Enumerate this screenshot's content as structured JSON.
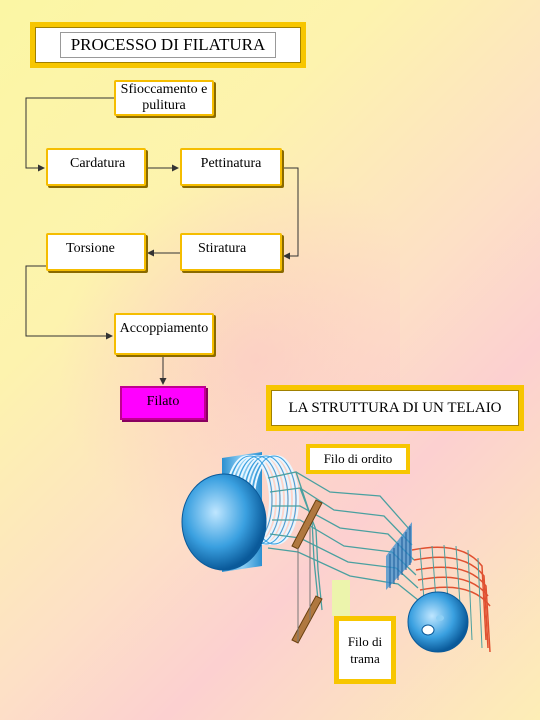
{
  "title": "PROCESSO DI FILATURA",
  "nodes": {
    "sfioccamento": "Sfioccamento  e pulitura",
    "cardatura": "Cardatura",
    "pettinatura": "Pettinatura",
    "torsione": "Torsione",
    "stiratura": "Stiratura",
    "accoppiamento": "Accoppiamento",
    "filato": "Filato"
  },
  "loom": {
    "title": "LA STRUTTURA DI UN TELAIO",
    "warp_label": "Filo di ordito",
    "weft_label": "Filo di trama"
  },
  "colors": {
    "frame": "#f7c600",
    "filato": "#ff00ff",
    "roller": "#3aa0e0",
    "cloth": "#e05030",
    "warp_threads": "#4aa0a0"
  }
}
